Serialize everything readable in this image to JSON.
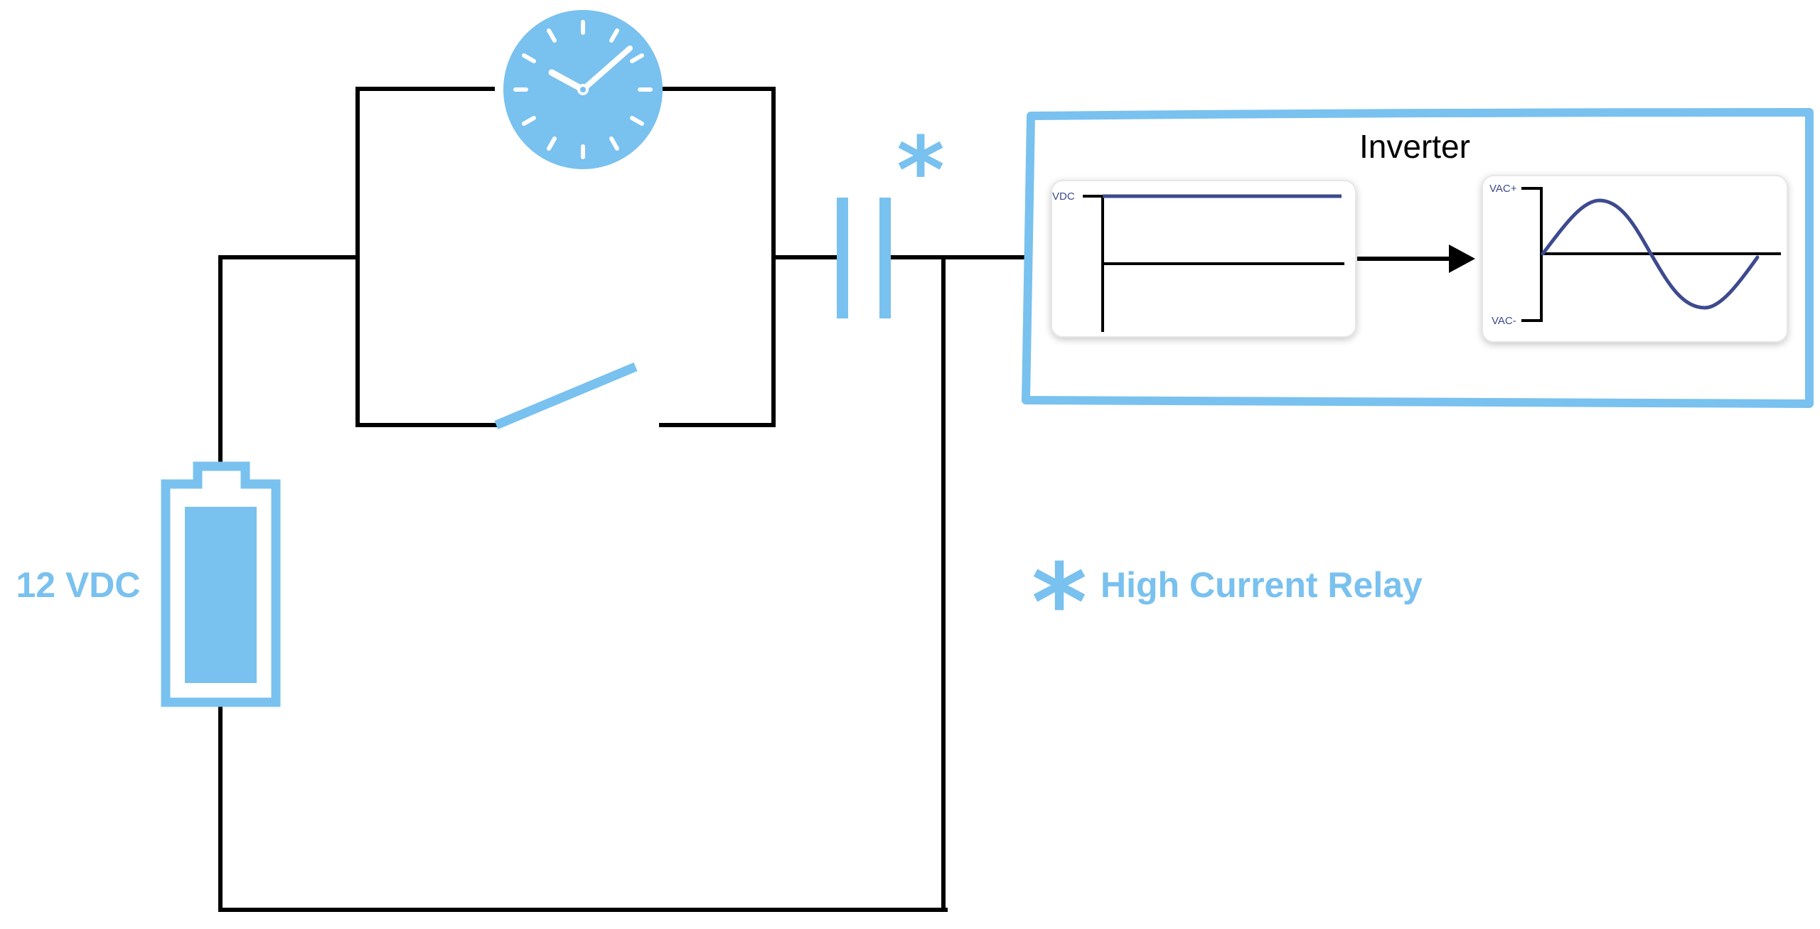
{
  "labels": {
    "battery_voltage": "12 VDC",
    "relay_legend": "High Current Relay",
    "inverter_title": "Inverter",
    "dc_graph_label": "VDC",
    "ac_graph_top_label": "VAC+",
    "ac_graph_bottom_label": "VAC-"
  },
  "symbols": {
    "relay_marker": "*",
    "legend_marker": "*"
  },
  "colors": {
    "accent": "#79c1ef",
    "wire": "#000000",
    "signal": "#3d4a8e"
  },
  "icons": {
    "timer": "clock-icon",
    "battery": "battery-icon",
    "switch": "switch-icon",
    "relay": "relay-icon"
  }
}
